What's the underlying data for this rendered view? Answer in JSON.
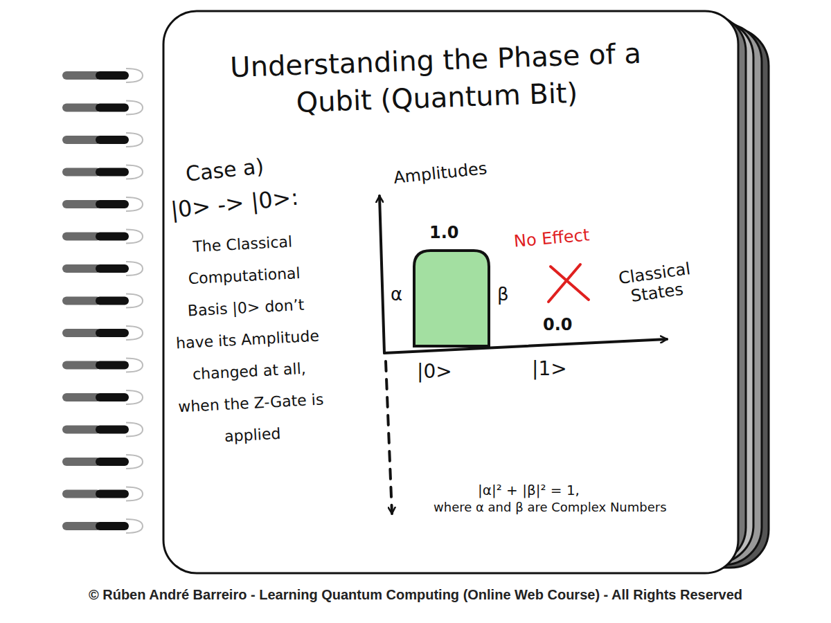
{
  "diagram": {
    "title": "Understanding the Phase of a Qubit (Quantum Bit)",
    "caption": "© Rúben André Barreiro - Learning Quantum Computing (Online Web Course) - All Rights Reserved",
    "labels": [
      "Case a)",
      "|0> -> |0>:",
      "The Classical Computational Basis |0> don’t have its Amplitude changed at all, when the Z-Gate is applied",
      "Amplitudes",
      "1.0",
      "α",
      "β",
      "No Effect",
      "Classical States",
      "0.0",
      "|0>",
      "|1>",
      "|α|² + |β|² = 1,",
      "where α and β are Complex Numbers"
    ]
  }
}
